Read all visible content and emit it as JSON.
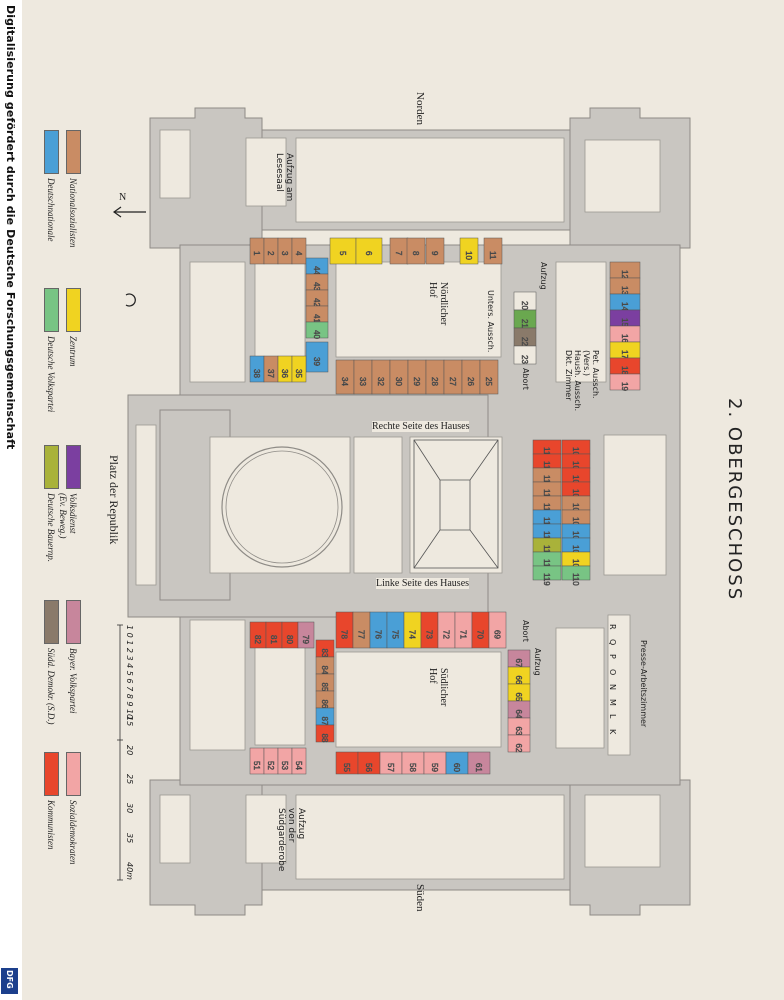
{
  "title": "2. OBERGESCHOSS",
  "compass": {
    "letter": "N"
  },
  "directions": {
    "north": "Norden",
    "south": "Süden"
  },
  "square": "Platz der Republik",
  "courtyards": {
    "north": "Nördlicher\nHof",
    "south": "Südlicher\nHof"
  },
  "wings": {
    "right": "Rechte Seite des Hauses",
    "left": "Linke Seite des Hauses"
  },
  "rooms_text": {
    "elevator_north": "Aufzug am\nLesesaal",
    "elevator_south": "Aufzug\nvon der\nSüdgarderobe",
    "aufzug": "Aufzug",
    "abort1": "Abort",
    "abort2": "Abort",
    "unters": "Unters. Aussch.",
    "pet": "Pet. Aussch.\n(Vers.)\nHaush. Aussch.\nDkt. Zimmer",
    "presse": "Presse-Arbeitszimmer",
    "presse_letters": [
      "R",
      "Q",
      "P",
      "O",
      "N",
      "M",
      "L",
      "K"
    ]
  },
  "scale": {
    "ticks": [
      "1 0 1 2 3 4 5 6 7 8 9 10",
      "15",
      "20",
      "25",
      "30",
      "35",
      "40m"
    ]
  },
  "legend": [
    {
      "label": "Nationalsozialisten",
      "color": "#c98c64"
    },
    {
      "label": "Deutschnationale",
      "color": "#4a9fd6"
    },
    {
      "label": "Zentrum",
      "color": "#f0d321"
    },
    {
      "label": "Deutsche Volkspartei",
      "color": "#78c484"
    },
    {
      "label": "Volksdienst\n(Ev. Beweg.)",
      "color": "#7b3fa0"
    },
    {
      "label": "Deutsche Bauernp.",
      "color": "#a9b23a"
    },
    {
      "label": "Bayer. Volkspartei",
      "color": "#c7869c"
    },
    {
      "label": "Südd. Demokr. (S.D.)",
      "color": "#8a7a6a"
    },
    {
      "label": "Sozialdemokraten",
      "color": "#f2a5a5"
    },
    {
      "label": "Kommunisten",
      "color": "#e8462c"
    }
  ],
  "rooms_north_row": [
    "1",
    "2",
    "3",
    "4",
    "5",
    "6",
    "7",
    "8",
    "9",
    "10",
    "11"
  ],
  "room_numbers": [
    "12",
    "13",
    "14",
    "15",
    "16",
    "17",
    "18",
    "19",
    "20",
    "21",
    "22",
    "23",
    "25",
    "26",
    "27",
    "28",
    "29",
    "30",
    "32",
    "33",
    "34",
    "35",
    "36",
    "37",
    "38",
    "39",
    "40",
    "41",
    "42",
    "43",
    "44",
    "51",
    "52",
    "53",
    "54",
    "55",
    "56",
    "57",
    "58",
    "59",
    "60",
    "61",
    "62",
    "63",
    "64",
    "65",
    "66",
    "67",
    "68",
    "69",
    "70",
    "71",
    "72",
    "73",
    "74",
    "75",
    "76",
    "77",
    "78",
    "79",
    "80",
    "81",
    "82",
    "83",
    "84",
    "85",
    "86",
    "87",
    "88",
    "101",
    "102",
    "103",
    "104",
    "105",
    "106",
    "107",
    "108",
    "109",
    "110",
    "111",
    "112",
    "113",
    "114",
    "115",
    "116",
    "117",
    "118",
    "119"
  ],
  "source_note": "Digitalisierung gefördert durch die Deutsche Forschungsgemeinschaft",
  "dfg": "DFG"
}
